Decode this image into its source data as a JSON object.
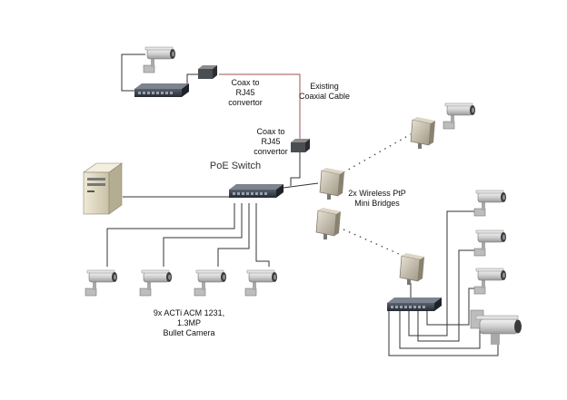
{
  "labels": {
    "coax_top": "Coax to\nRJ45\nconvertor",
    "existing_cable": "Existing\nCoaxial Cable",
    "coax_mid": "Coax to\nRJ45\nconvertor",
    "poe_switch": "PoE Switch",
    "wireless": "2x Wireless PtP\nMini Bridges",
    "cameras": "9x ACTi ACM 1231,\n1.3MP\nBullet Camera"
  },
  "colors": {
    "line": "#333333",
    "coax_line": "#a05050",
    "switch_body": "#3a3f48",
    "bridge": "#c8c2b4",
    "camera": "#d9d9d9"
  },
  "icons": [
    "bullet-camera-icon",
    "network-switch-icon",
    "converter-icon",
    "server-icon",
    "wireless-bridge-icon",
    "dome-camera-icon"
  ]
}
